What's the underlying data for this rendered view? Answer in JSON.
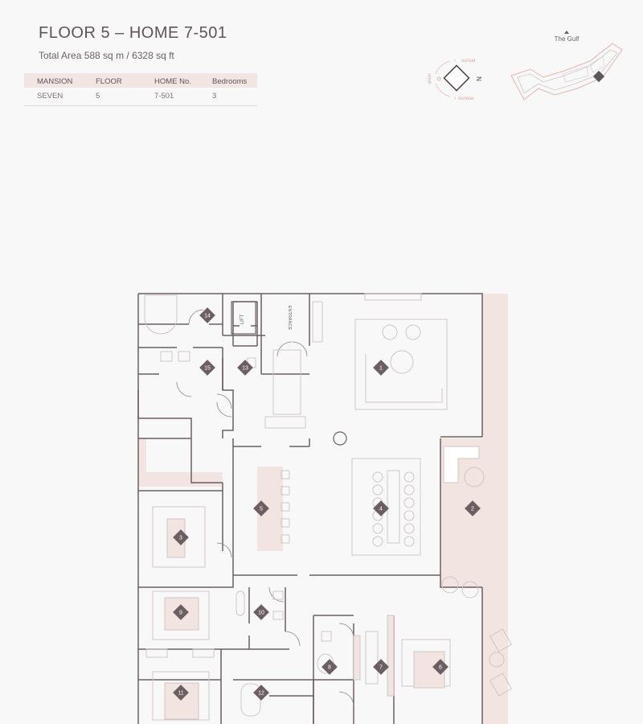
{
  "header": {
    "title": "FLOOR 5 – HOME 7-501",
    "subtitle": "Total Area 588 sq m / 6328 sq ft"
  },
  "specs": {
    "headers": [
      "MANSION",
      "FLOOR",
      "HOME No.",
      "Bedrooms"
    ],
    "values": [
      "SEVEN",
      "5",
      "7-501",
      "3"
    ]
  },
  "compass": {
    "sunset": "sunset",
    "sunrise": "sunrise",
    "qibla": "qiblah",
    "north": "N"
  },
  "keyplan": {
    "label": "The Gulf"
  },
  "plan": {
    "lift_label": "LIFT",
    "entrance_label": "ENTRANCE",
    "rooms": [
      "1",
      "2",
      "3",
      "4",
      "5",
      "6",
      "7",
      "8",
      "9",
      "10",
      "11",
      "12",
      "13",
      "14",
      "15"
    ]
  },
  "colors": {
    "wall": "#6b5f63",
    "accent_fill": "#f2e4e1",
    "marker": "#6b5f63"
  }
}
